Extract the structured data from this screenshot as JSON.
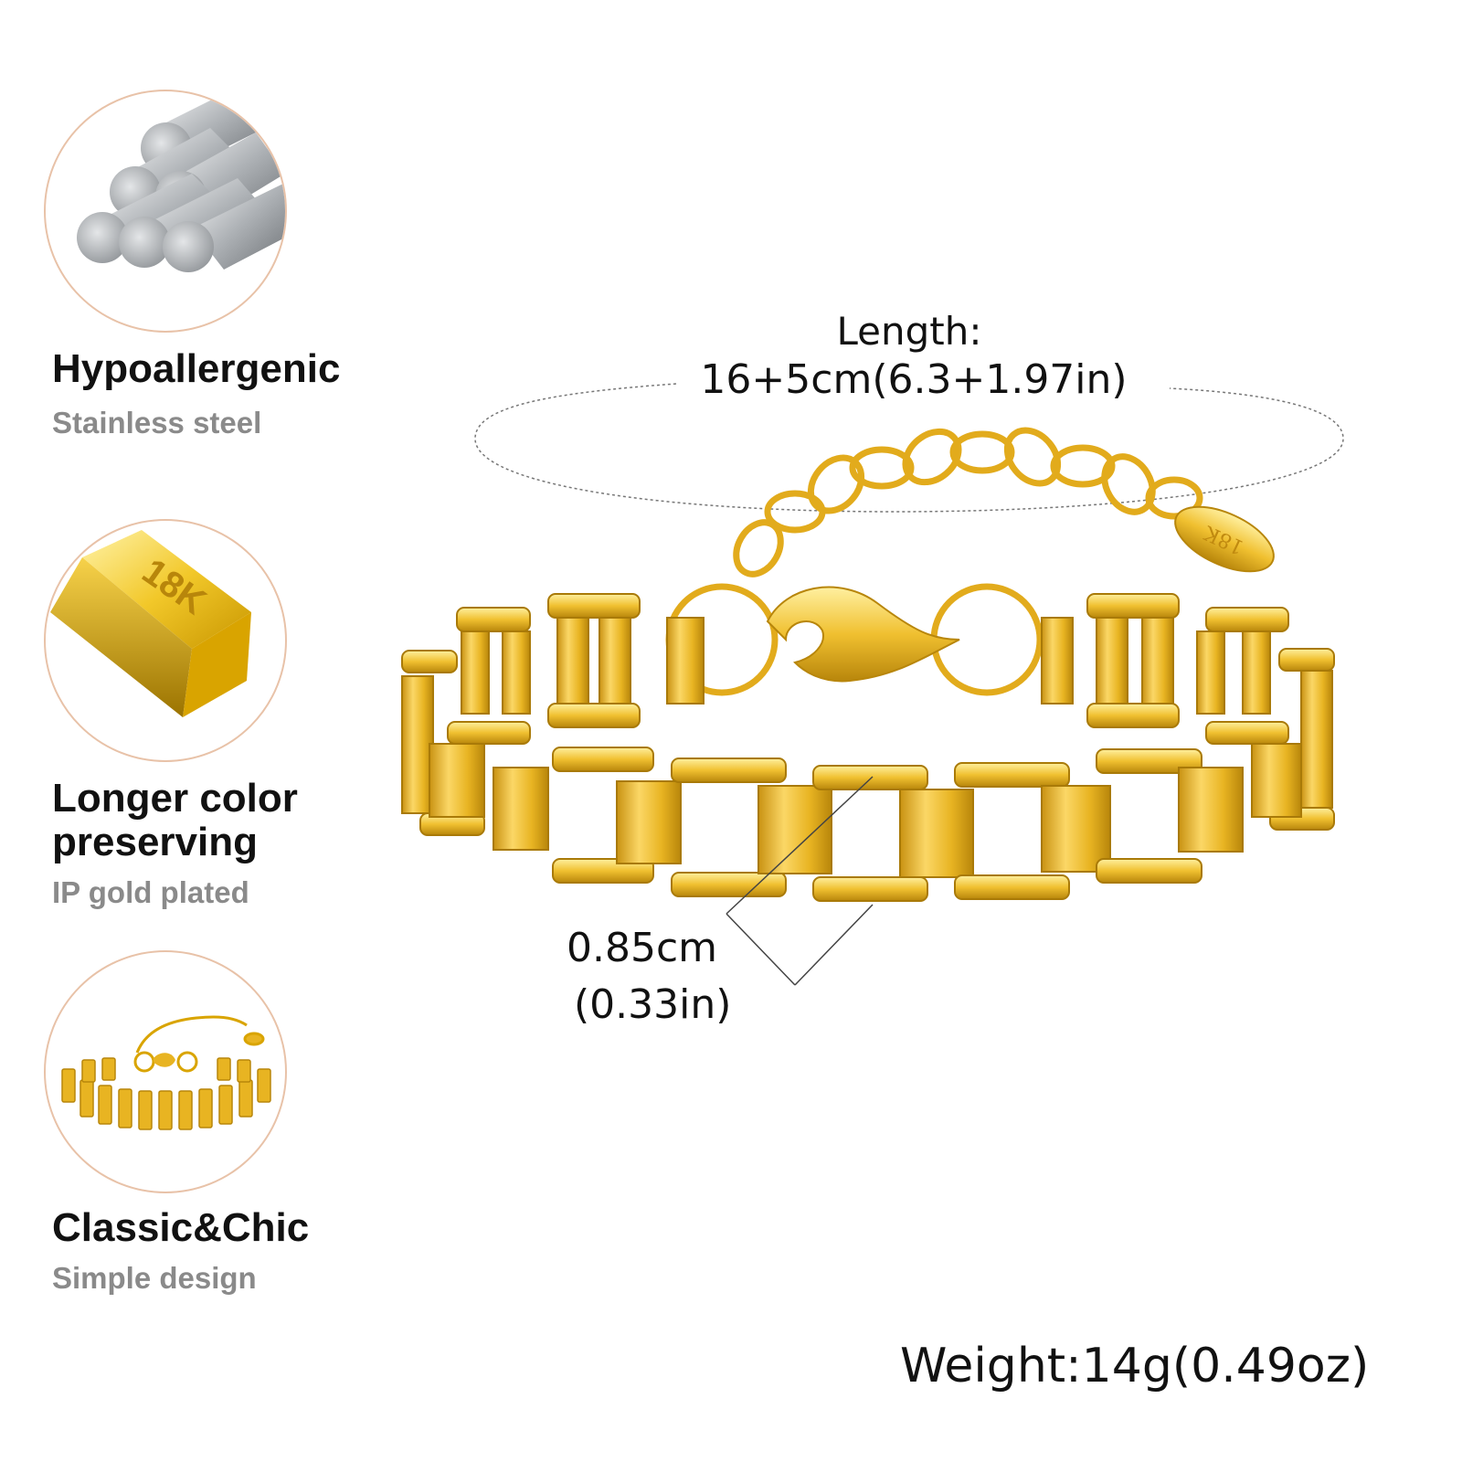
{
  "features": [
    {
      "title": "Hypoallergenic",
      "subtitle": "Stainless steel",
      "icon": "steel-rods-icon"
    },
    {
      "title": "Longer color preserving",
      "title_line1": "Longer color",
      "title_line2": "preserving",
      "subtitle": "IP gold plated",
      "icon": "gold-bar-icon",
      "bar_text": "18K"
    },
    {
      "title": "Classic&Chic",
      "subtitle": "Simple design",
      "icon": "bracelet-thumbnail-icon"
    }
  ],
  "specs": {
    "length_label": "Length:",
    "length_value": "16+5cm(6.3+1.97in)",
    "width_value_cm": "0.85cm",
    "width_value_in": "(0.33in)",
    "weight": "Weight:14g(0.49oz)"
  },
  "tag_text": "18K",
  "colors": {
    "gold": "#e8b422",
    "gold_dark": "#b8860b",
    "gold_light": "#fde38a",
    "circle_border": "#e8c2a8",
    "steel": "#b9bcc0"
  }
}
